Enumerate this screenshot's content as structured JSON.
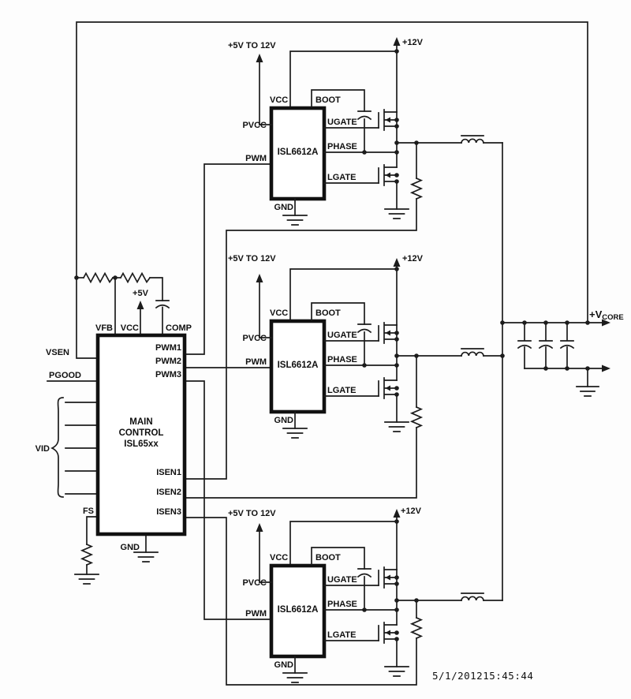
{
  "controller": {
    "name_line1": "MAIN",
    "name_line2": "CONTROL",
    "name_line3": "ISL65xx",
    "supply": "+5V",
    "pins": {
      "vfb": "VFB",
      "vcc": "VCC",
      "comp": "COMP",
      "vsen": "VSEN",
      "pgood": "PGOOD",
      "vid": "VID",
      "fs": "FS",
      "gnd": "GND",
      "pwm1": "PWM1",
      "pwm2": "PWM2",
      "pwm3": "PWM3",
      "isen1": "ISEN1",
      "isen2": "ISEN2",
      "isen3": "ISEN3"
    }
  },
  "drivers": [
    {
      "name": "ISL6612A",
      "pvcc_supply": "+5V TO 12V",
      "vcc_supply": "+12V",
      "pins": {
        "vcc": "VCC",
        "pvcc": "PVCC",
        "pwm": "PWM",
        "boot": "BOOT",
        "ugate": "UGATE",
        "phase": "PHASE",
        "lgate": "LGATE",
        "gnd": "GND"
      }
    },
    {
      "name": "ISL6612A",
      "pvcc_supply": "+5V TO 12V",
      "vcc_supply": "+12V",
      "pins": {
        "vcc": "VCC",
        "pvcc": "PVCC",
        "pwm": "PWM",
        "boot": "BOOT",
        "ugate": "UGATE",
        "phase": "PHASE",
        "lgate": "LGATE",
        "gnd": "GND"
      }
    },
    {
      "name": "ISL6612A",
      "pvcc_supply": "+5V TO 12V",
      "vcc_supply": "+12V",
      "pins": {
        "vcc": "VCC",
        "pvcc": "PVCC",
        "pwm": "PWM",
        "boot": "BOOT",
        "ugate": "UGATE",
        "phase": "PHASE",
        "lgate": "LGATE",
        "gnd": "GND"
      }
    }
  ],
  "output": {
    "vcore_prefix": "+V",
    "vcore_sub": "CORE"
  },
  "timestamp": {
    "text": "5/1/201215:45:44",
    "color": "#33cc33"
  }
}
